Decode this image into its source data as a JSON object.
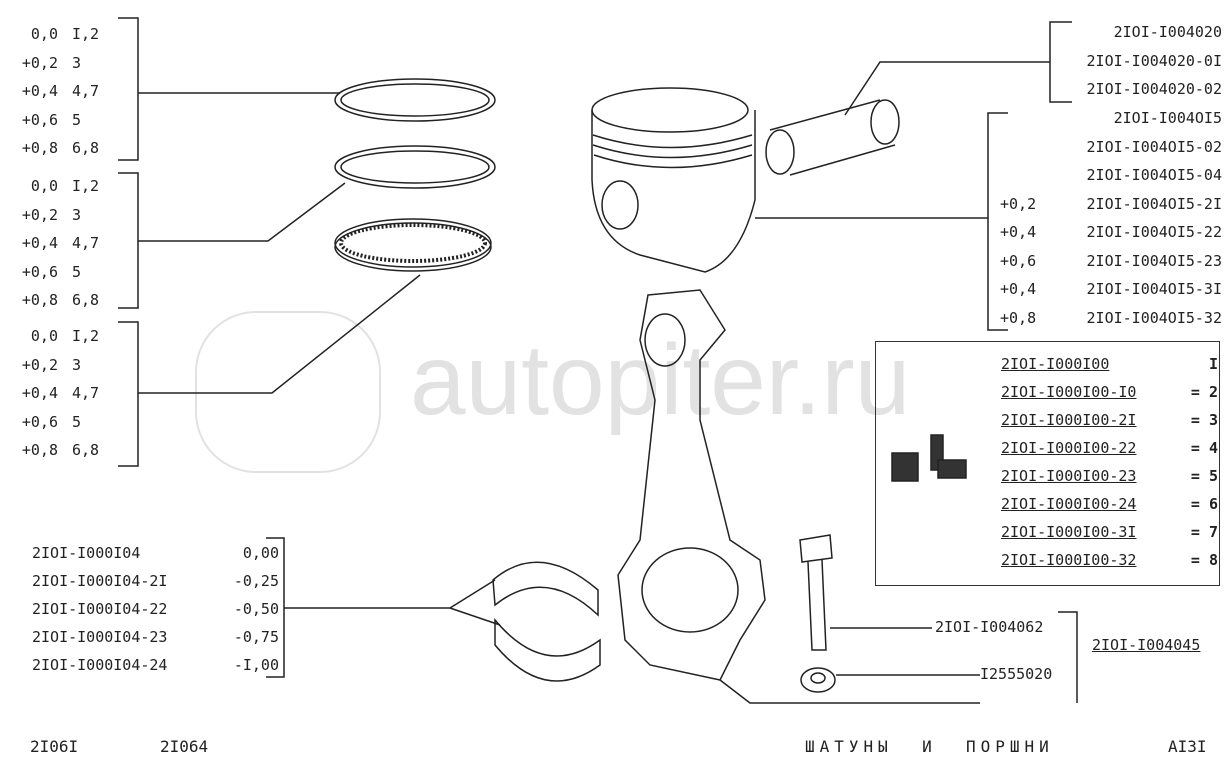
{
  "watermark": "autopiter.ru",
  "ring_groups": [
    {
      "rows": [
        {
          "oversize": "0,0",
          "class": "I,2"
        },
        {
          "oversize": "+0,2",
          "class": "3"
        },
        {
          "oversize": "+0,4",
          "class": "4,7"
        },
        {
          "oversize": "+0,6",
          "class": "5"
        },
        {
          "oversize": "+0,8",
          "class": "6,8"
        }
      ]
    },
    {
      "rows": [
        {
          "oversize": "0,0",
          "class": "I,2"
        },
        {
          "oversize": "+0,2",
          "class": "3"
        },
        {
          "oversize": "+0,4",
          "class": "4,7"
        },
        {
          "oversize": "+0,6",
          "class": "5"
        },
        {
          "oversize": "+0,8",
          "class": "6,8"
        }
      ]
    },
    {
      "rows": [
        {
          "oversize": "0,0",
          "class": "I,2"
        },
        {
          "oversize": "+0,2",
          "class": "3"
        },
        {
          "oversize": "+0,4",
          "class": "4,7"
        },
        {
          "oversize": "+0,6",
          "class": "5"
        },
        {
          "oversize": "+0,8",
          "class": "6,8"
        }
      ]
    }
  ],
  "pin_codes": [
    "2IOI-I004020",
    "2IOI-I004020-0I",
    "2IOI-I004020-02"
  ],
  "piston_codes": [
    {
      "offset": "",
      "code": "2IOI-I004OI5"
    },
    {
      "offset": "",
      "code": "2IOI-I004OI5-02"
    },
    {
      "offset": "",
      "code": "2IOI-I004OI5-04"
    },
    {
      "offset": "+0,2",
      "code": "2IOI-I004OI5-2I"
    },
    {
      "offset": "+0,4",
      "code": "2IOI-I004OI5-22"
    },
    {
      "offset": "+0,6",
      "code": "2IOI-I004OI5-23"
    },
    {
      "offset": "+0,4",
      "code": "2IOI-I004OI5-3I"
    },
    {
      "offset": "+0,8",
      "code": "2IOI-I004OI5-32"
    }
  ],
  "kit_codes": [
    {
      "code": "2IOI-I000I00",
      "num": "I"
    },
    {
      "code": "2IOI-I000I00-I0",
      "num": "= 2"
    },
    {
      "code": "2IOI-I000I00-2I",
      "num": "= 3"
    },
    {
      "code": "2IOI-I000I00-22",
      "num": "= 4"
    },
    {
      "code": "2IOI-I000I00-23",
      "num": "= 5"
    },
    {
      "code": "2IOI-I000I00-24",
      "num": "= 6"
    },
    {
      "code": "2IOI-I000I00-3I",
      "num": "= 7"
    },
    {
      "code": "2IOI-I000I00-32",
      "num": "= 8"
    }
  ],
  "bearing_codes": [
    {
      "code": "2IOI-I000I04",
      "value": "0,00"
    },
    {
      "code": "2IOI-I000I04-2I",
      "value": "-0,25"
    },
    {
      "code": "2IOI-I000I04-22",
      "value": "-0,50"
    },
    {
      "code": "2IOI-I000I04-23",
      "value": "-0,75"
    },
    {
      "code": "2IOI-I000I04-24",
      "value": "-I,00"
    }
  ],
  "bolt_code": "2IOI-I004062",
  "nut_code": "I2555020",
  "rod_assembly_code": "2IOI-I004045",
  "footer": {
    "model1": "2I06I",
    "model2": "2I064",
    "title": "ШАТУНЫ  И  ПОРШНИ",
    "page": "AI3I"
  }
}
